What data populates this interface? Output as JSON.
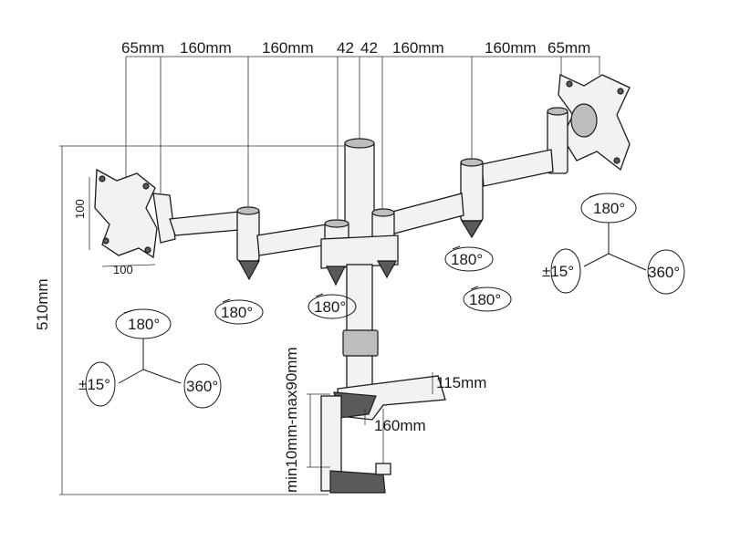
{
  "dimensions": {
    "top": [
      "65mm",
      "160mm",
      "160mm",
      "42",
      "42",
      "160mm",
      "160mm",
      "65mm"
    ],
    "vesa_left": "100",
    "vesa_bottom": "100",
    "height_total": "510mm",
    "clamp_range": "min10mm-max90mm",
    "base_depth": "115mm",
    "base_width": "160mm"
  },
  "rotations": {
    "joint_left_arm": "180°",
    "joint_center": "180°",
    "joint_right_upper": "180°",
    "joint_right_lower": "180°",
    "left_head_top": "180°",
    "left_head_tilt": "±15°",
    "left_head_swivel": "360°",
    "right_head_top": "180°",
    "right_head_tilt": "±15°",
    "right_head_swivel": "360°"
  }
}
